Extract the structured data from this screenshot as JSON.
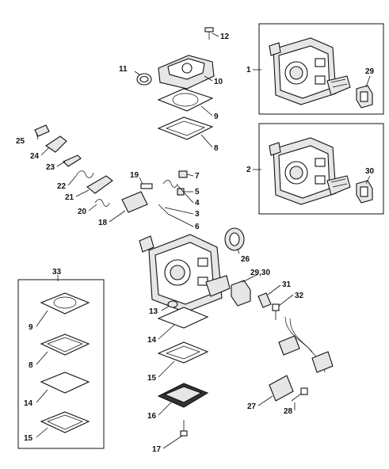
{
  "callouts": [
    {
      "id": "c1",
      "text": "1"
    },
    {
      "id": "c2",
      "text": "2"
    },
    {
      "id": "c3",
      "text": "3"
    },
    {
      "id": "c4",
      "text": "4"
    },
    {
      "id": "c5",
      "text": "5"
    },
    {
      "id": "c6",
      "text": "6"
    },
    {
      "id": "c7",
      "text": "7"
    },
    {
      "id": "c8",
      "text": "8"
    },
    {
      "id": "c9",
      "text": "9"
    },
    {
      "id": "c10",
      "text": "10"
    },
    {
      "id": "c11",
      "text": "11"
    },
    {
      "id": "c12",
      "text": "12"
    },
    {
      "id": "c13",
      "text": "13"
    },
    {
      "id": "c14",
      "text": "14"
    },
    {
      "id": "c15",
      "text": "15"
    },
    {
      "id": "c16",
      "text": "16"
    },
    {
      "id": "c17",
      "text": "17"
    },
    {
      "id": "c18",
      "text": "18"
    },
    {
      "id": "c19",
      "text": "19"
    },
    {
      "id": "c20",
      "text": "20"
    },
    {
      "id": "c21",
      "text": "21"
    },
    {
      "id": "c22",
      "text": "22"
    },
    {
      "id": "c23",
      "text": "23"
    },
    {
      "id": "c24",
      "text": "24"
    },
    {
      "id": "c25",
      "text": "25"
    },
    {
      "id": "c26",
      "text": "26"
    },
    {
      "id": "c27",
      "text": "27"
    },
    {
      "id": "c28",
      "text": "28"
    },
    {
      "id": "c29a",
      "text": "29"
    },
    {
      "id": "c30a",
      "text": "30"
    },
    {
      "id": "c2930",
      "text": "29,30"
    },
    {
      "id": "c31",
      "text": "31"
    },
    {
      "id": "c32",
      "text": "32"
    },
    {
      "id": "c33",
      "text": "33"
    },
    {
      "id": "c9b",
      "text": "9"
    },
    {
      "id": "c8b",
      "text": "8"
    },
    {
      "id": "c14b",
      "text": "14"
    },
    {
      "id": "c15b",
      "text": "15"
    }
  ]
}
